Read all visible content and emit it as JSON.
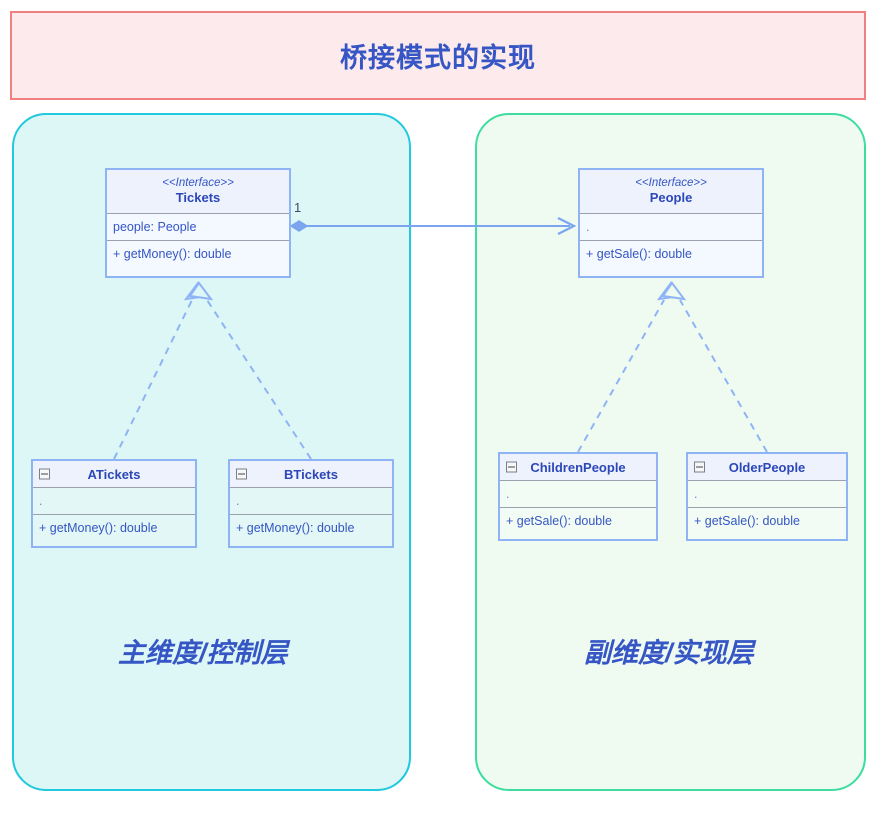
{
  "title": {
    "text": "桥接模式的实现"
  },
  "panels": {
    "left": {
      "caption": "主维度/控制层",
      "border_color": "#21c9de",
      "fill_color": "#ddf6f6"
    },
    "right": {
      "caption": "副维度/实现层",
      "border_color": "#3ddda0",
      "fill_color": "#effbf1"
    }
  },
  "classes": {
    "tickets": {
      "stereotype": "<<Interface>>",
      "name": "Tickets",
      "attribute": "people: People",
      "method": "+ getMoney(): double"
    },
    "people": {
      "stereotype": "<<Interface>>",
      "name": "People",
      "attribute": ".",
      "method": "+ getSale(): double"
    },
    "atickets": {
      "icon": "collapse-icon",
      "name": "ATickets",
      "attribute": ".",
      "method": "+ getMoney(): double"
    },
    "btickets": {
      "icon": "collapse-icon",
      "name": "BTickets",
      "attribute": ".",
      "method": "+ getMoney(): double"
    },
    "childrenpeople": {
      "icon": "collapse-icon",
      "name": "ChildrenPeople",
      "attribute": ".",
      "method": "+ getSale(): double"
    },
    "olderpeople": {
      "icon": "collapse-icon",
      "name": "OlderPeople",
      "attribute": ".",
      "method": "+ getSale(): double"
    }
  },
  "connectors": {
    "aggregation": {
      "label": "1",
      "from": "tickets",
      "to": "people",
      "line_color": "#7ba5ef",
      "source_marker": "filled-diamond",
      "target_marker": "open-arrow"
    },
    "realizations": [
      {
        "from": "atickets",
        "to": "tickets",
        "style": "dashed",
        "target_marker": "hollow-triangle"
      },
      {
        "from": "btickets",
        "to": "tickets",
        "style": "dashed",
        "target_marker": "hollow-triangle"
      },
      {
        "from": "childrenpeople",
        "to": "people",
        "style": "dashed",
        "target_marker": "hollow-triangle"
      },
      {
        "from": "olderpeople",
        "to": "people",
        "style": "dashed",
        "target_marker": "hollow-triangle"
      }
    ]
  },
  "colors": {
    "title_border": "#f08080",
    "title_fill": "#fdeaec",
    "accent_text": "#3556c4",
    "uml_border": "#8fb4f5"
  }
}
